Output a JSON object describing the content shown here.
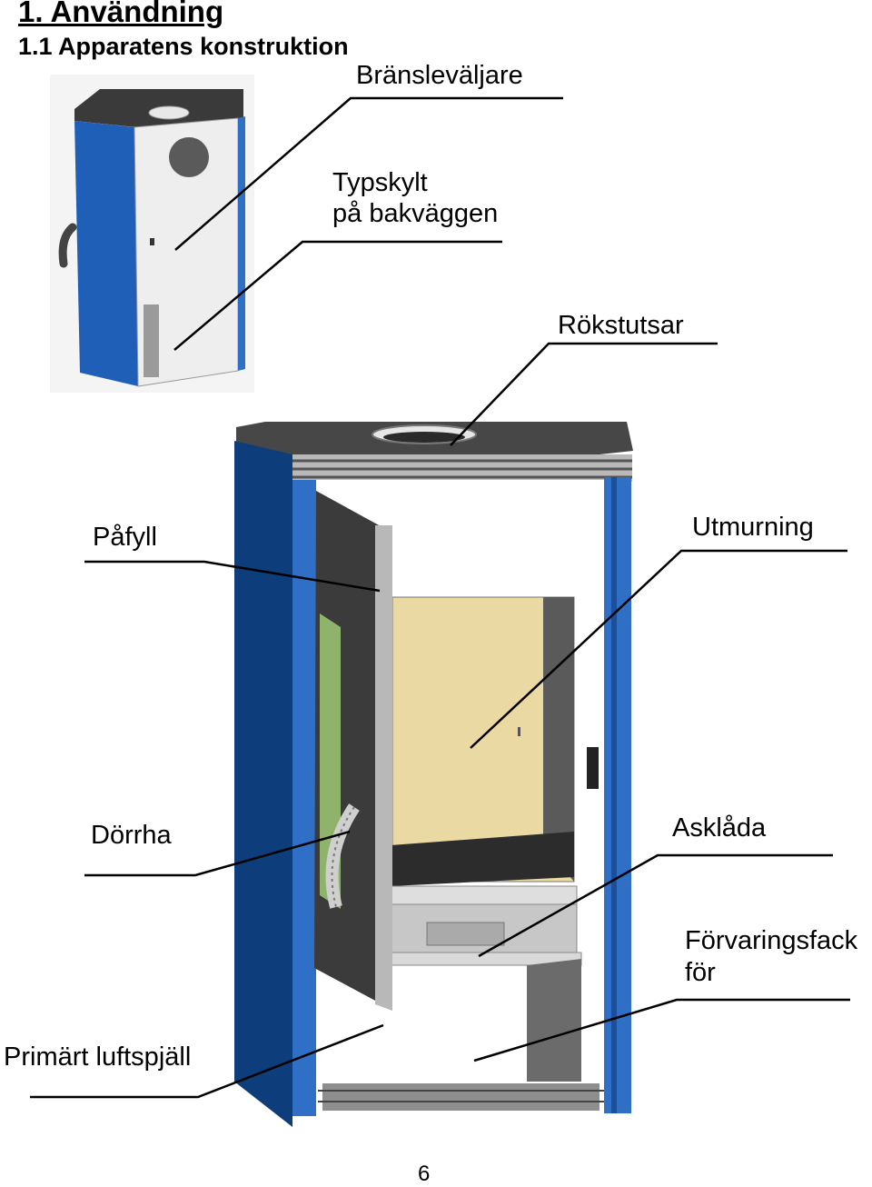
{
  "heading": {
    "section": "1. Användning",
    "subsection": "1.1 Apparatens konstruktion"
  },
  "labels": {
    "fuel_selector": "Bränsleväljare",
    "type_plate_line1": "Typskylt",
    "type_plate_line2": "på bakväggen",
    "flue_outlet": "Rökstutsar",
    "refill": "Påfyll",
    "lining": "Utmurning",
    "door_handle": "Dörrha",
    "ash_box": "Asklåda",
    "storage_line1": "Förvaringsfack",
    "storage_line2": "för",
    "primary_air": "Primärt luftspjäll"
  },
  "page_number": "6",
  "colors": {
    "blue": "#2f6fc6",
    "dark_blue": "#0d3d7a",
    "top_gray": "#4a4a4a",
    "lining": "#ead9a2",
    "door": "#3b3b3b"
  }
}
